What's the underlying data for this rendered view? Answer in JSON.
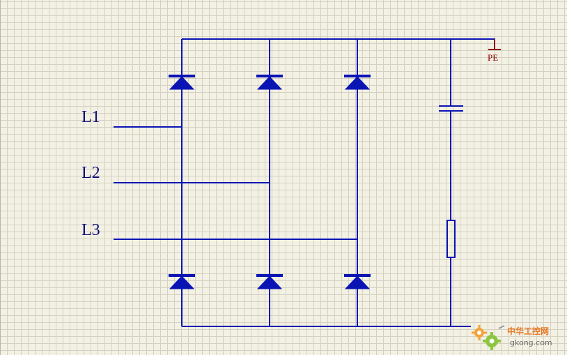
{
  "labels": {
    "l1": "L1",
    "l2": "L2",
    "l3": "L3",
    "pe": "PE"
  },
  "watermark": {
    "site_name": "中华工控网",
    "domain": "gkong.com"
  },
  "colors": {
    "wire": "#0a14b4",
    "label": "#0a0a78",
    "pe": "#8b0000",
    "grid_background": "#f3f1e4",
    "grid_line": "#d4d1c2",
    "watermark_accent": "#e87722"
  },
  "icons": {
    "watermark_logo": "gear-icon"
  }
}
